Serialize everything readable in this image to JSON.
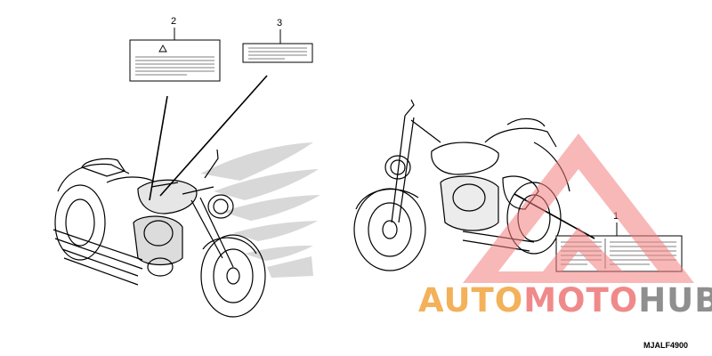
{
  "callouts": {
    "label1": "1",
    "label2": "2",
    "label3": "3"
  },
  "watermark": {
    "brand_part1": "AUTO",
    "brand_part2": "MOTO",
    "brand_part3": "HUB",
    "color_part1": "#f3b15a",
    "color_part2": "#f08a8a",
    "color_part3": "#8f8f8f",
    "triangle_color": "#f37f7f"
  },
  "diagram_code": "MJALF4900",
  "icons": {
    "warning": "warning-triangle-icon"
  }
}
